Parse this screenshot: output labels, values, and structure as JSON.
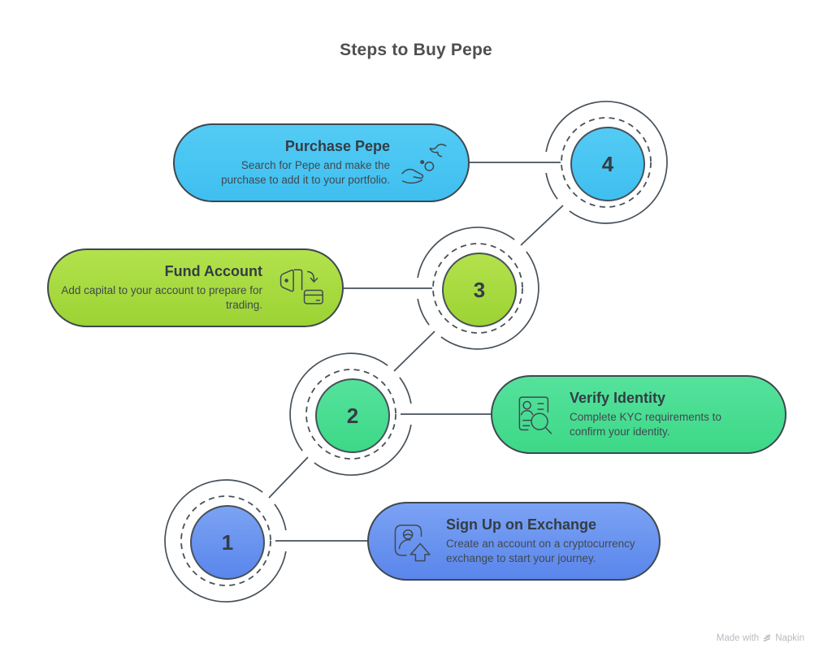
{
  "title": "Steps to Buy Pepe",
  "steps": [
    {
      "number": "1",
      "title": "Sign Up on Exchange",
      "description": "Create an account on a cryptocurrency exchange to start your journey.",
      "icon": "user-signup-icon",
      "color_top": "#7BA2F3",
      "color_bottom": "#5A86EC"
    },
    {
      "number": "2",
      "title": "Verify Identity",
      "description": "Complete KYC requirements to confirm your identity.",
      "icon": "id-card-search-icon",
      "color_top": "#55E29C",
      "color_bottom": "#3DD887"
    },
    {
      "number": "3",
      "title": "Fund Account",
      "description": "Add capital to your account to prepare for trading.",
      "icon": "wallet-transfer-icon",
      "color_top": "#B3E24C",
      "color_bottom": "#9CD334"
    },
    {
      "number": "4",
      "title": "Purchase Pepe",
      "description": "Search for Pepe and make the purchase to add it to your portfolio.",
      "icon": "hands-coins-icon",
      "color_top": "#53CBF4",
      "color_bottom": "#3FBFF0"
    }
  ],
  "watermark": {
    "prefix": "Made with",
    "brand": "Napkin"
  },
  "colors": {
    "heading_text": "#4F4F4F",
    "stroke": "#47515A",
    "pill_border": "#3E4850",
    "title_text": "#333D45",
    "desc_text": "#3F4950",
    "number_text": "#333D45",
    "icon_stroke": "#3F4A52",
    "watermark_text": "#B7BBC1"
  }
}
